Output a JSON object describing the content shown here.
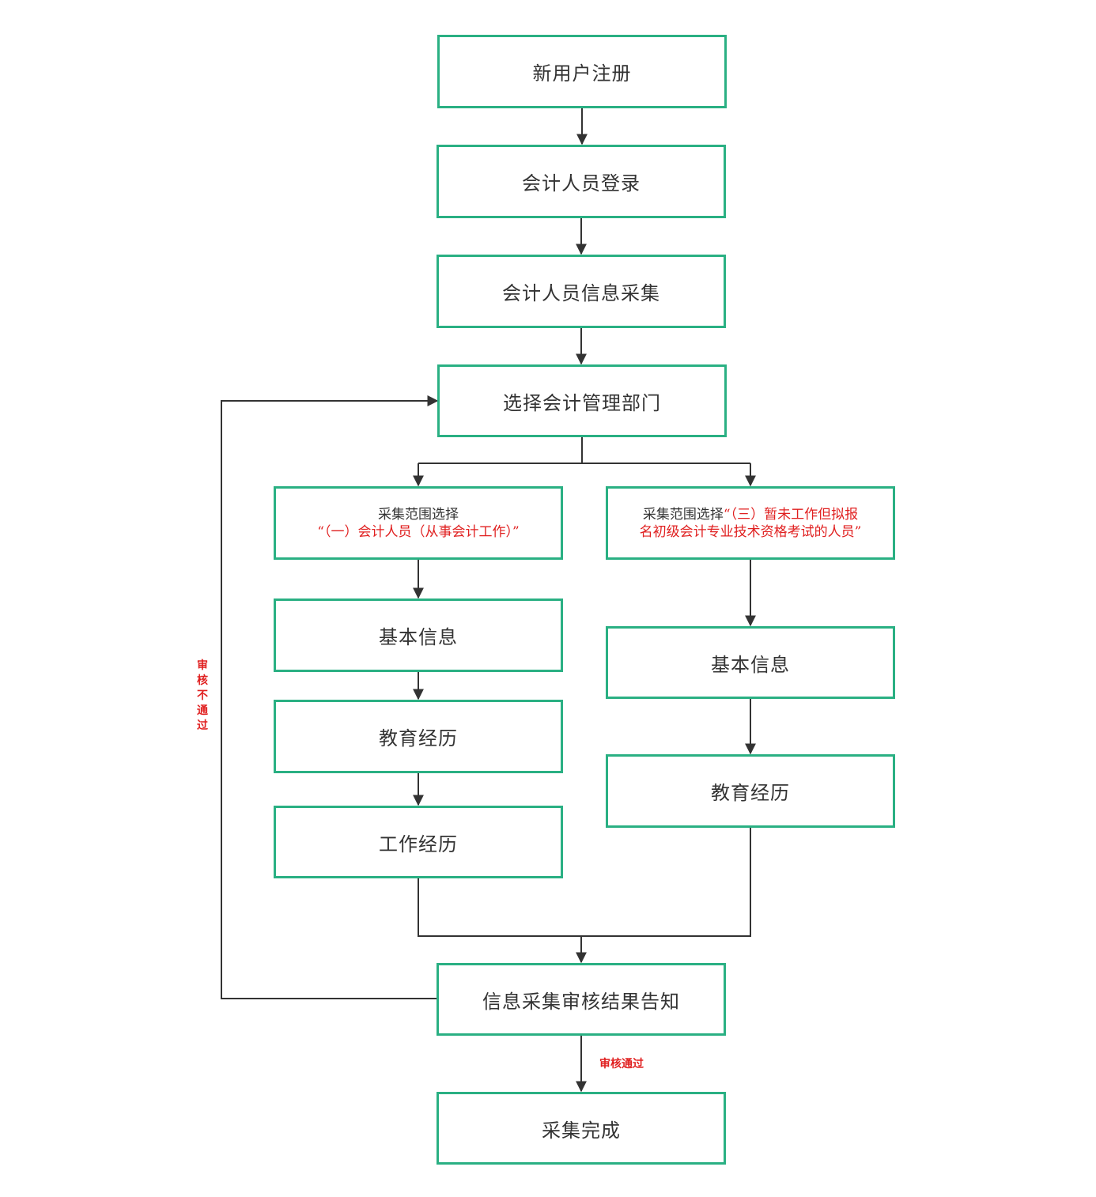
{
  "colors": {
    "node_border": "#2ab083",
    "edge": "#333333",
    "highlight": "#e02020",
    "text": "#333333"
  },
  "nodes": {
    "register": "新用户注册",
    "login": "会计人员登录",
    "collect_info": "会计人员信息采集",
    "select_dept": "选择会计管理部门",
    "scope_one": {
      "prefix": "采集范围选择",
      "highlight": "“（一）会计人员（从事会计工作）”"
    },
    "scope_three": {
      "prefix": "采集范围选择",
      "highlight_line1": "“（三）暂未工作但拟报",
      "highlight_line2": "名初级会计专业技术资格考试的人员”"
    },
    "basic_info_left": "基本信息",
    "education_left": "教育经历",
    "work_left": "工作经历",
    "basic_info_right": "基本信息",
    "education_right": "教育经历",
    "review_result": "信息采集审核结果告知",
    "complete": "采集完成"
  },
  "edge_labels": {
    "rejected": "审核不通过",
    "approved": "审核通过"
  }
}
